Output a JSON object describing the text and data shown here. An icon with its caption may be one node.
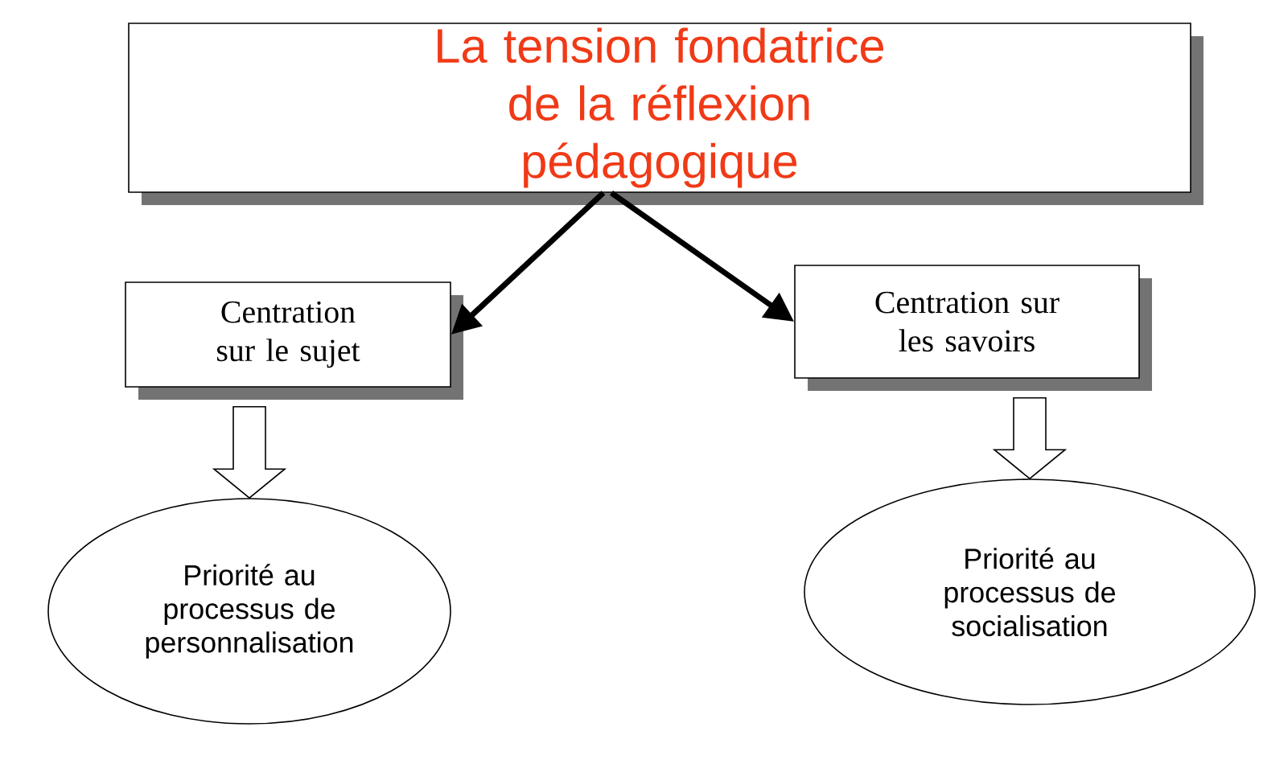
{
  "diagram": {
    "nodes": [
      {
        "text": [
          "La tension fondatrice de la réflexion pédagogique"
        ]
      },
      {
        "text": [
          "Centration sur le sujet"
        ]
      },
      {
        "text": [
          "Centration sur les savoirs"
        ]
      },
      {
        "text": [
          "Priorité au processus de personnalisation"
        ]
      },
      {
        "text": [
          "Priorité au processus de socialisation"
        ]
      }
    ],
    "edges": [
      {
        "from": 0,
        "to": 1,
        "arrow": "to"
      },
      {
        "from": 0,
        "to": 2,
        "arrow": "to"
      },
      {
        "from": 1,
        "to": 3,
        "arrow": "to"
      },
      {
        "from": 2,
        "to": 4,
        "arrow": "to"
      }
    ]
  }
}
